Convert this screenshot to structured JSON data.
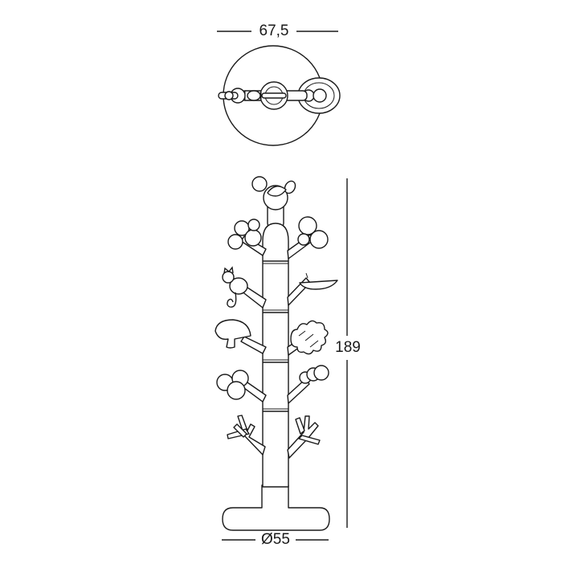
{
  "dimensions": {
    "top_view_width": "67,5",
    "height": "189",
    "base_diameter": "Ø55"
  },
  "colors": {
    "line": "#1a1a1a",
    "background": "#ffffff"
  }
}
